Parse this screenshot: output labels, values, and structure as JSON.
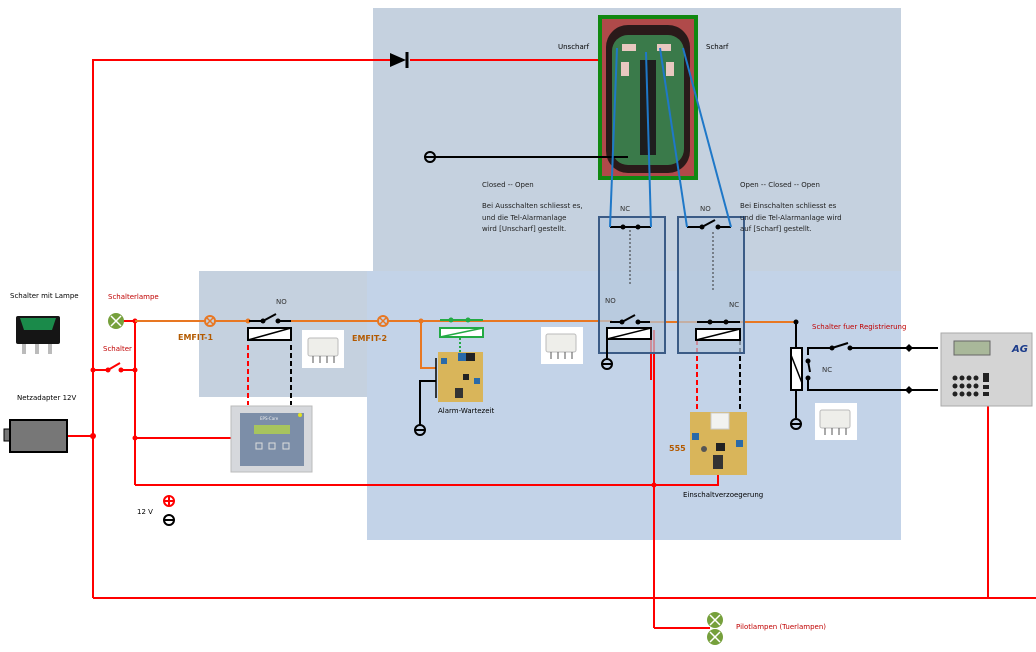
{
  "title": "Alarmanlage Schaltplan",
  "colors": {
    "region_top": "#c5d1df",
    "region_main": "#c3d3e8",
    "region_left": "#c5d1df",
    "wire_power": "#ff0000",
    "wire_signal": "#e87722",
    "wire_ground": "#000000",
    "wire_remote": "#1f78c8",
    "relay_box": "#3b5b86",
    "lamp": "#76a03c",
    "green_frame": "#118811"
  },
  "labels": {
    "schalter_mit_lampe": "Schalter mit Lampe",
    "netzadapter": "Netzadapter 12V",
    "schalterlampe": "Schalterlampe",
    "schalter": "Schalter",
    "emfit1": "EMFIT-1",
    "emfit2": "EMFIT-2",
    "relay1_no": "NO",
    "alarm_wartezeit": "Alarm-Wartezeit",
    "unscharf": "Unscharf",
    "scharf": "Scharf",
    "left_state": "Closed -- Open",
    "left_desc": [
      "Bei Ausschalten schliesst es,",
      "und die Tel-Alarmanlage",
      "wird [Unscharf] gestellt."
    ],
    "right_state": "Open -- Closed  -- Open",
    "right_desc": [
      "Bei Einschalten schliesst es",
      "und die Tel-Alarmanlage wird",
      "auf [Scharf] gestellt."
    ],
    "relayA_top": "NC",
    "relayA_bottom": "NO",
    "relayB_top": "NO",
    "relayB_bottom": "NC",
    "schalter_registrierung": "Schalter fuer Registrierung",
    "reg_nc": "NC",
    "timer_555": "555",
    "einschaltverzoegerung": "Einschaltverzoegerung",
    "voltage": "12 V",
    "pilotlampen": "Pilotlampen (Tuerlampen)",
    "agfeo_logo": "AG",
    "epscare_title": "EPS-Care"
  },
  "icons": {
    "plus": "plus-terminal-icon",
    "minus": "ground-terminal-icon",
    "lamp": "lamp-icon",
    "diode": "diode-icon"
  }
}
